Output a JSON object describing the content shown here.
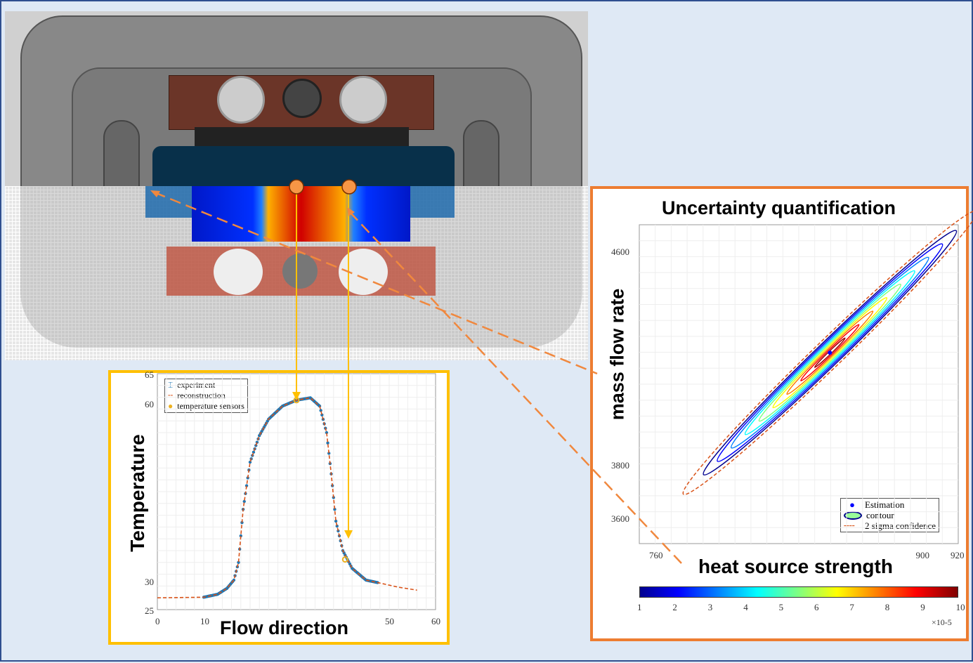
{
  "left_chart": {
    "ylabel": "Temperature",
    "xlabel": "Flow direction",
    "xticks": [
      "0",
      "10",
      "50",
      "60"
    ],
    "yticks": [
      "25",
      "30",
      "60",
      "65"
    ],
    "legend": [
      "experiment",
      "reconstruction",
      "temperature sensors"
    ]
  },
  "right_chart": {
    "title": "Uncertainty quantification",
    "ylabel": "mass flow rate",
    "xlabel": "heat source strength",
    "xticks": [
      "760",
      "900",
      "920"
    ],
    "yticks": [
      "3600",
      "3800",
      "4600"
    ],
    "legend": [
      "Estimation",
      "contour",
      "2 sigma confidence"
    ],
    "colorbar_ticks": [
      "1",
      "2",
      "3",
      "4",
      "5",
      "6",
      "7",
      "8",
      "9",
      "10"
    ],
    "colorbar_scale": "×10-5"
  },
  "colors": {
    "left_border": "#ffc000",
    "right_border": "#ed7d31",
    "experiment": "#1f77b4",
    "reconstruction": "#d95319"
  },
  "chart_data": [
    {
      "type": "line",
      "title": "",
      "xlabel": "Flow direction",
      "ylabel": "Temperature",
      "xlim": [
        0,
        60
      ],
      "ylim": [
        25,
        65
      ],
      "series": [
        {
          "name": "reconstruction",
          "x": [
            0,
            10,
            13,
            15,
            16.5,
            17.5,
            18.5,
            20,
            22,
            24,
            27,
            30,
            33,
            35,
            36.5,
            37.5,
            38.5,
            40,
            42,
            45,
            48,
            52,
            56
          ],
          "y": [
            27,
            27.1,
            27.6,
            28.6,
            30,
            33,
            42,
            50,
            54.5,
            57.3,
            59.5,
            60.5,
            60.9,
            59.5,
            55,
            48,
            40,
            35,
            32,
            30,
            29.5,
            28.8,
            28.3
          ]
        },
        {
          "name": "experiment",
          "x_range": [
            10,
            47.5
          ]
        },
        {
          "name": "temperature sensors",
          "x": [
            30,
            40.5
          ],
          "y": [
            60.5,
            33.5
          ]
        }
      ]
    },
    {
      "type": "contour",
      "title": "Uncertainty quantification",
      "xlabel": "heat source strength",
      "ylabel": "mass flow rate",
      "xlim": [
        750,
        921
      ],
      "ylim": [
        3500,
        4700
      ],
      "estimation": [
        852,
        4217
      ],
      "contour_levels": [
        1,
        2,
        3,
        4,
        5,
        6,
        7,
        8,
        9,
        10
      ]
    }
  ]
}
